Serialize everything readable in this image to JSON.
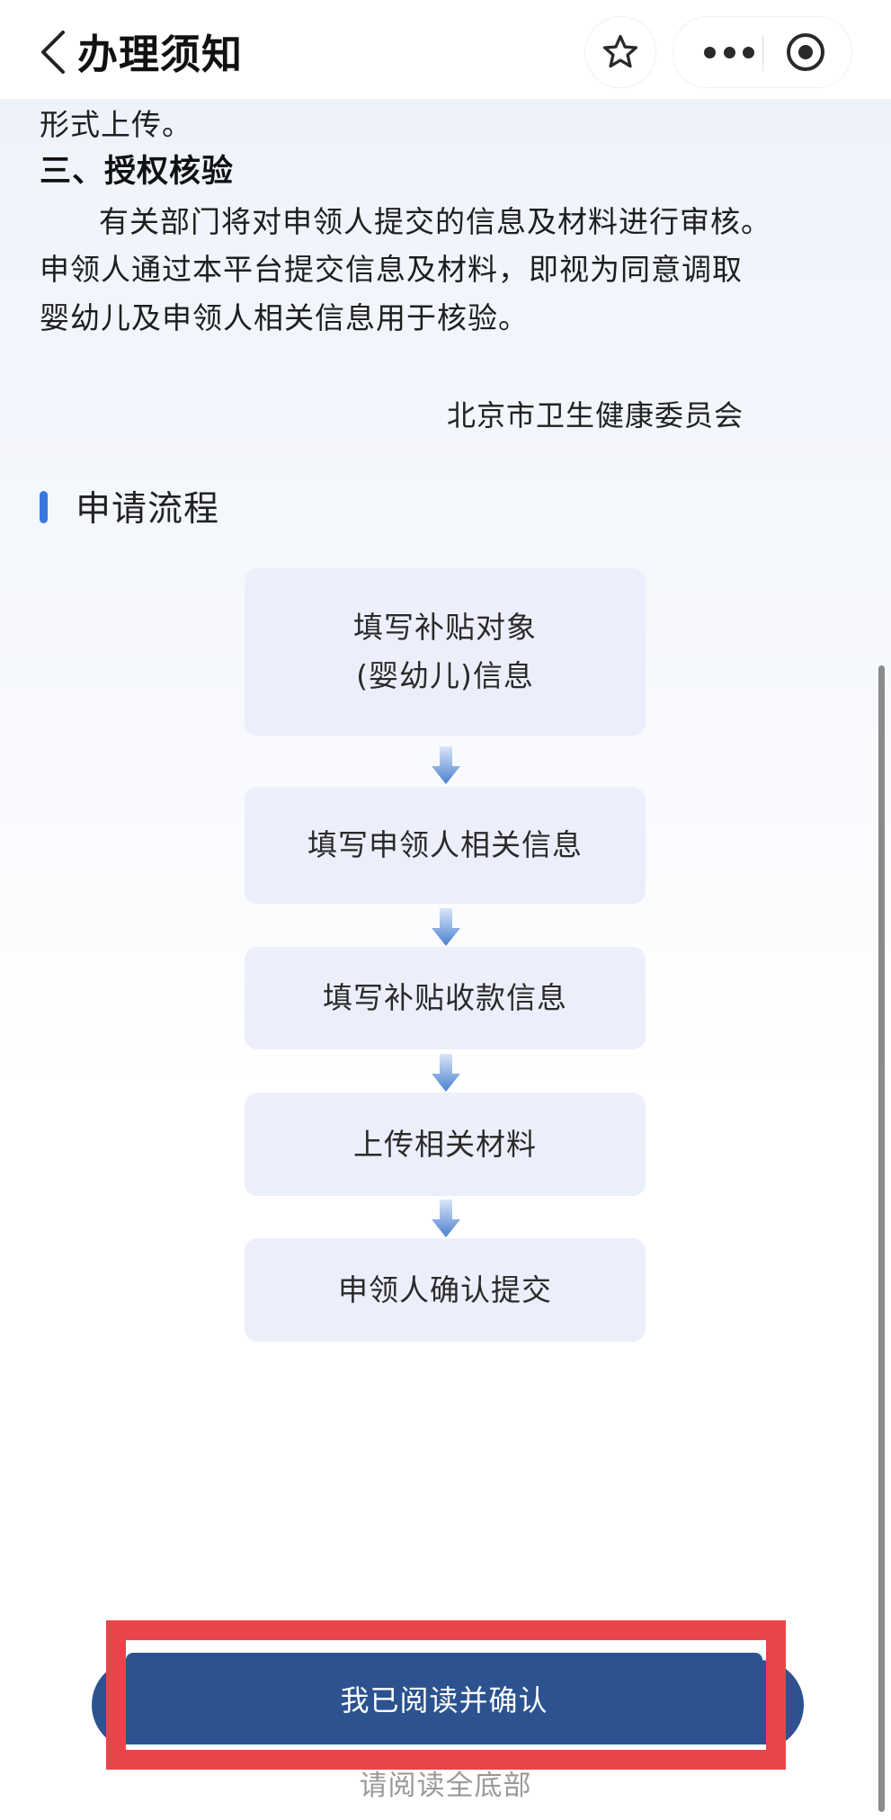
{
  "header": {
    "title": "办理须知",
    "back_icon": "chevron-left-icon",
    "favorite_icon": "star-icon",
    "more_icon": "more-dots-icon",
    "close_icon": "target-circle-icon"
  },
  "notice": {
    "prev_tail": "形式上传。",
    "section3_title": "三、授权核验",
    "section3_lines": [
      "有关部门将对申领人提交的信息及材料进行审核。",
      "申领人通过本平台提交信息及材料，即视为同意调取",
      "婴幼儿及申领人相关信息用于核验。"
    ],
    "signature": "北京市卫生健康委员会"
  },
  "process": {
    "title": "申请流程",
    "accent_color": "#3a78e0",
    "steps": [
      {
        "line1": "填写补贴对象",
        "line2": "(婴幼儿)信息"
      },
      {
        "line1": "填写申领人相关信息"
      },
      {
        "line1": "填写补贴收款信息"
      },
      {
        "line1": "上传相关材料"
      },
      {
        "line1": "申领人确认提交"
      }
    ],
    "arrow_icon": "arrow-down-icon"
  },
  "footer": {
    "confirm_label": "我已阅读并确认",
    "hint": "请阅读全底部",
    "button_color": "#2c5390",
    "highlight_color": "#e8454a"
  }
}
